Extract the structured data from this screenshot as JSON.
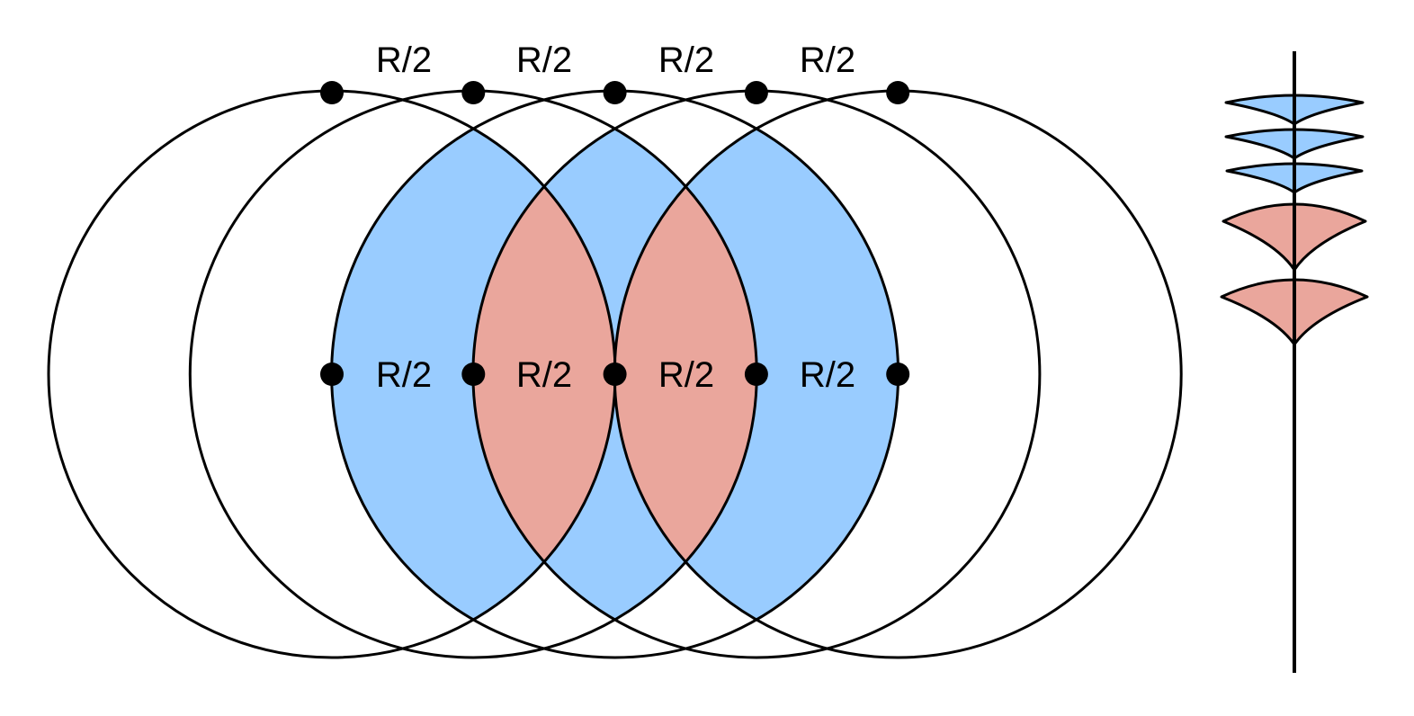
{
  "diagram": {
    "description": "Five overlapping circles of radius R with centers spaced R/2 apart along a horizontal line; lens-shaped overlap regions shaded blue and red, and the same regions stacked along a vertical axis on the right.",
    "circle_count": 5,
    "center_spacing_label": "R/2",
    "top_labels": [
      "R/2",
      "R/2",
      "R/2",
      "R/2"
    ],
    "middle_labels": [
      "R/2",
      "R/2",
      "R/2",
      "R/2"
    ],
    "colors": {
      "blue_region": "#99ccff",
      "red_region": "#eaa69c",
      "stroke": "#000000"
    },
    "stack": {
      "regions": [
        "blue",
        "blue",
        "blue",
        "red",
        "red"
      ]
    }
  }
}
